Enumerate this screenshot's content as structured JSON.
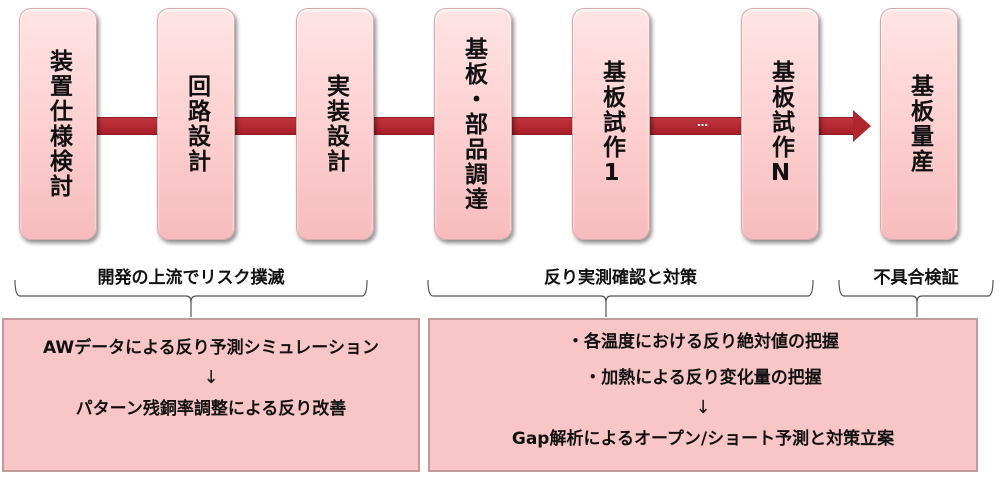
{
  "flow": {
    "steps": [
      {
        "label": "装置仕様検討"
      },
      {
        "label": "回路設計"
      },
      {
        "label": "実装設計"
      },
      {
        "label": "基板・部品調達"
      },
      {
        "label": "基板試作1"
      },
      {
        "label": "基板試作N"
      },
      {
        "label": "基板量産"
      }
    ],
    "ellipsis": "…",
    "arrow_color": "#b0262f",
    "box_color": "#fdd0d1"
  },
  "phases": [
    {
      "label": "開発の上流でリスク撲滅"
    },
    {
      "label": "反り実測確認と対策"
    },
    {
      "label": "不具合検証"
    }
  ],
  "notes": {
    "left": {
      "line1": "AWデータによる反り予測シミュレーション",
      "arrow": "↓",
      "line2": "パターン残銅率調整による反り改善"
    },
    "right": {
      "line1": "・各温度における反り絶対値の把握",
      "line2": "・加熱による反り変化量の把握",
      "arrow": "↓",
      "line3": "Gap解析によるオープン/ショート予測と対策立案"
    }
  }
}
